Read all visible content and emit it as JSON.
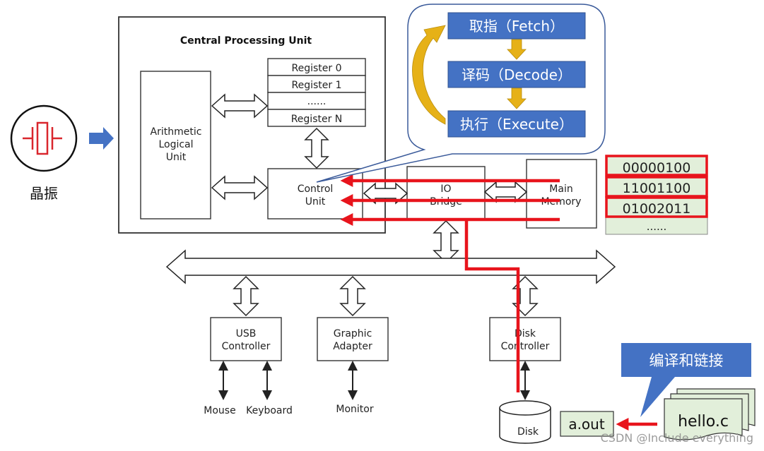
{
  "oscillator": {
    "label": "晶振"
  },
  "cpu": {
    "title": "Central Processing Unit",
    "alu_lines": [
      "Arithmetic",
      "Logical",
      "Unit"
    ],
    "registers": [
      "Register 0",
      "Register 1",
      "......",
      "Register N"
    ],
    "control_lines": [
      "Control",
      "Unit"
    ]
  },
  "cycle": {
    "steps": [
      "取指（Fetch）",
      "译码（Decode）",
      "执行（Execute）"
    ]
  },
  "io_bridge": {
    "lines": [
      "IO",
      "Bridge"
    ]
  },
  "main_memory": {
    "lines": [
      "Main",
      "Memory"
    ]
  },
  "memory_cells": [
    "00000100",
    "11001100",
    "01002011",
    "......"
  ],
  "usb_controller": {
    "lines": [
      "USB",
      "Controller"
    ]
  },
  "graphic_adapter": {
    "lines": [
      "Graphic",
      "Adapter"
    ]
  },
  "disk_controller": {
    "lines": [
      "Disk",
      "Controller"
    ]
  },
  "devices": {
    "mouse": "Mouse",
    "keyboard": "Keyboard",
    "monitor": "Monitor",
    "disk": "Disk"
  },
  "compile": {
    "label": "编译和链接",
    "output_file": "a.out",
    "source_file": "hello.c"
  },
  "watermark": "CSDN @Include everything",
  "colors": {
    "step_fill": "#4472c4",
    "highlight_red": "#e8141c",
    "memory_fill": "#e2efda",
    "callout_arrow": "#e6b117"
  }
}
